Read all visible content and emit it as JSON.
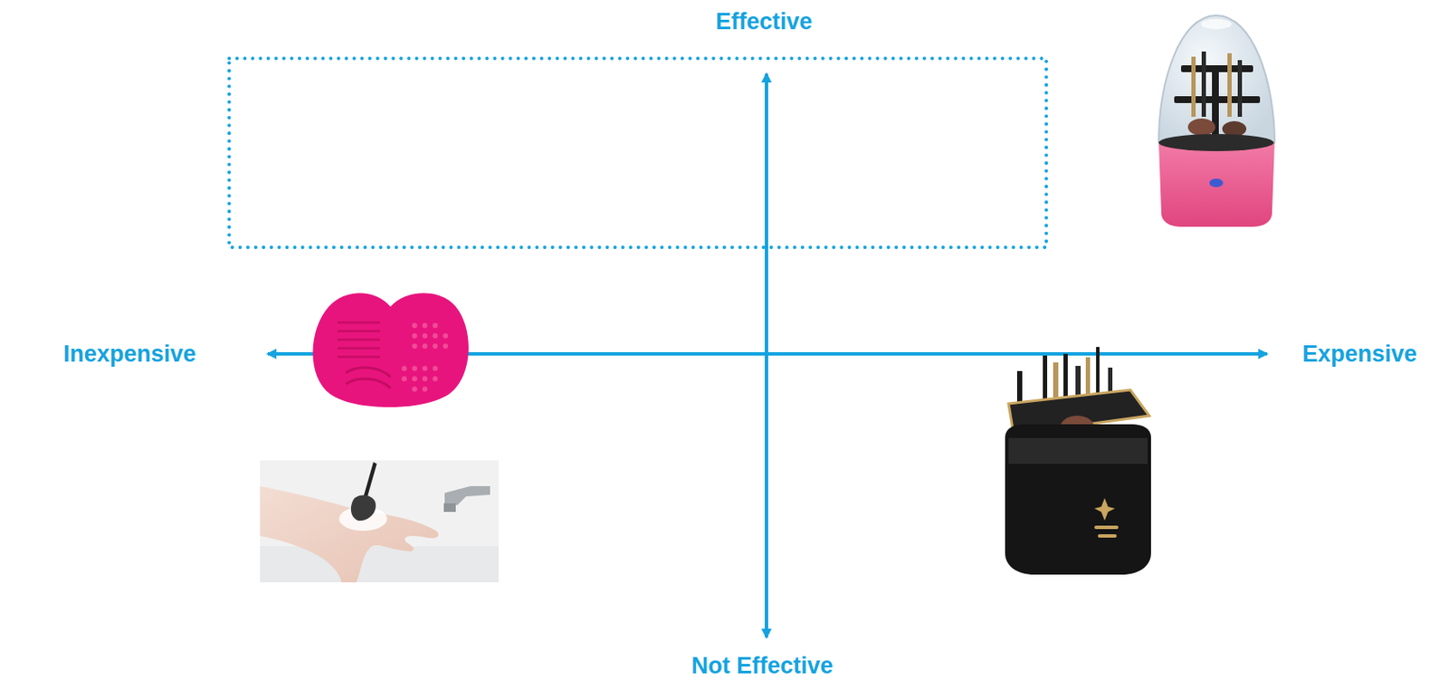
{
  "diagram": {
    "labels": [
      "Effective",
      "Inexpensive",
      "Expensive",
      "Not Effective"
    ]
  }
}
